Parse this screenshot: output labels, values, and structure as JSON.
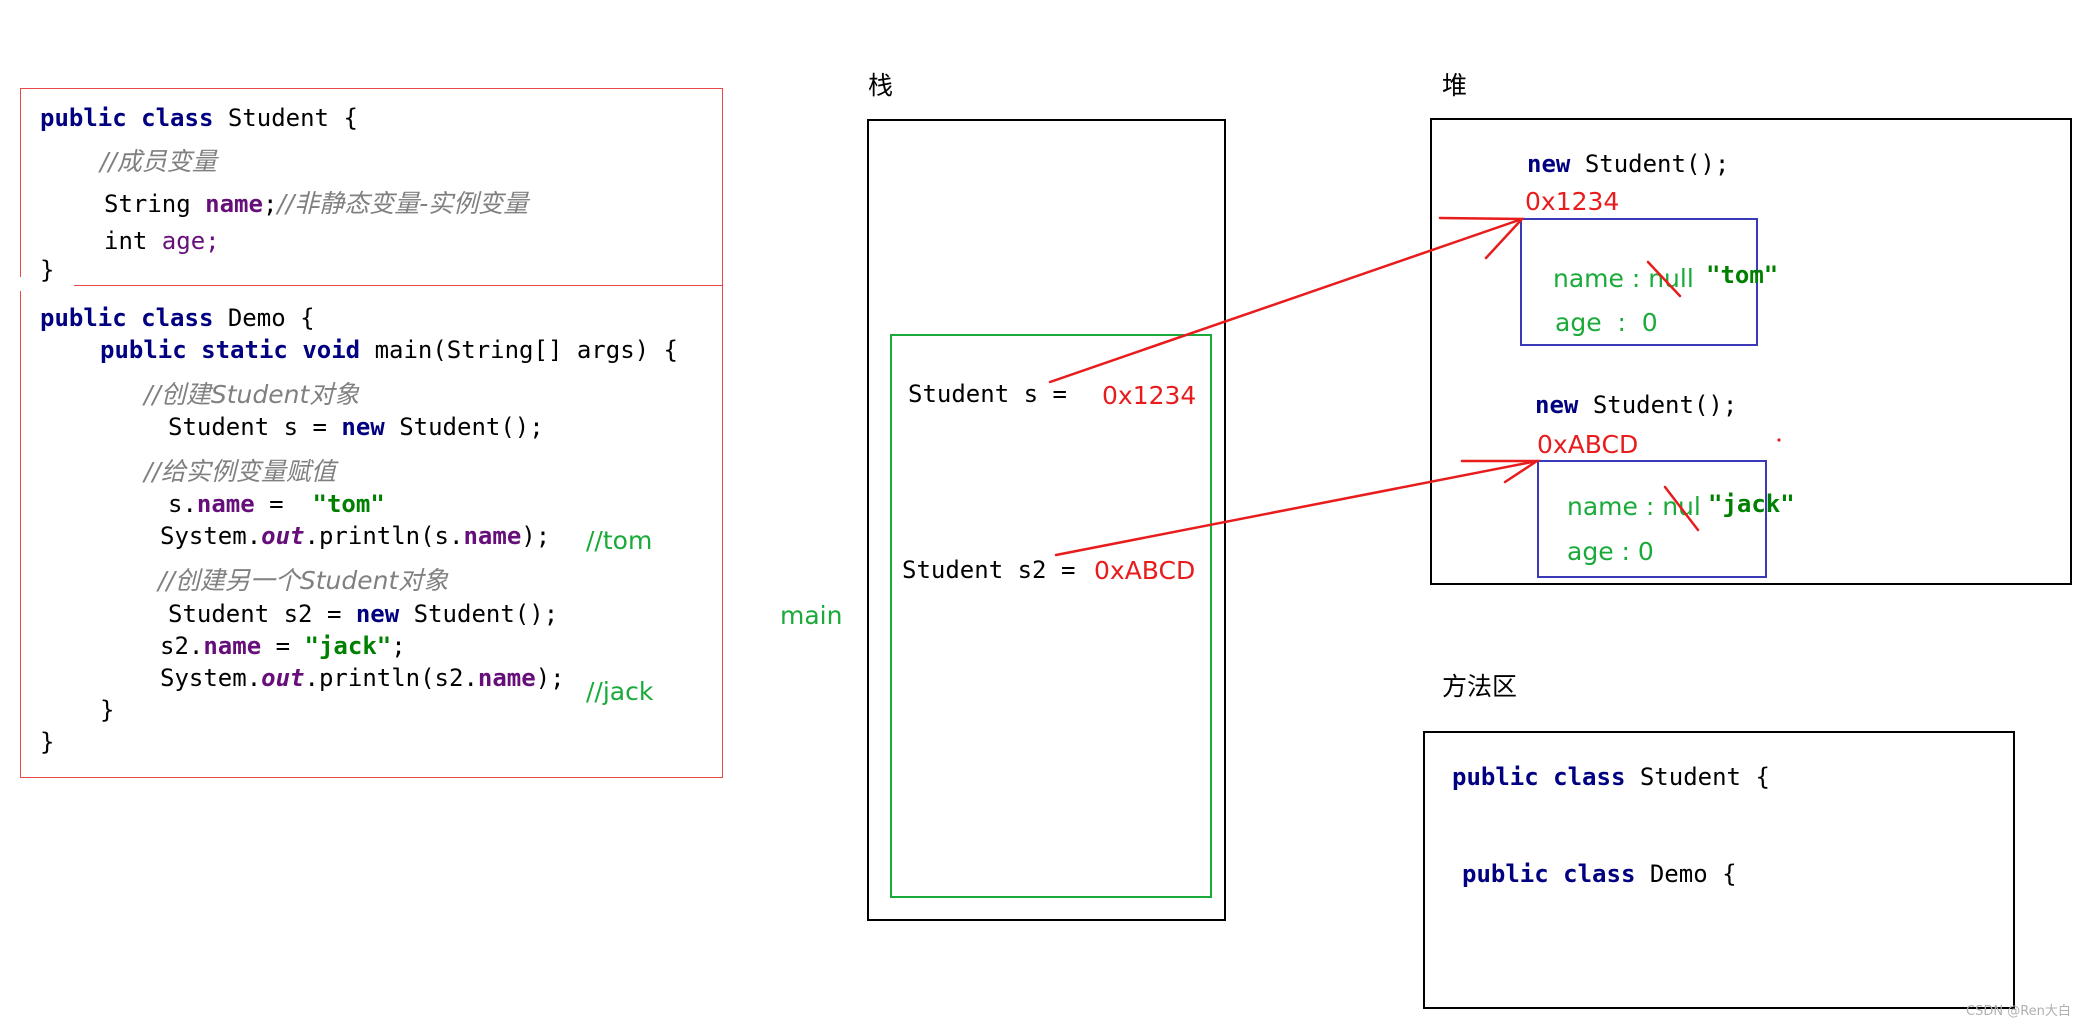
{
  "labels": {
    "stack": "栈",
    "heap": "堆",
    "method_area": "方法区",
    "main": "main",
    "watermark": "CSDN @Ren大白"
  },
  "code": {
    "student_decl": "Student {",
    "comment_member": "//成员变量",
    "name_type": "String ",
    "name_field": "name",
    "name_comment": "//非静态变量-实例变量",
    "age_type": "int ",
    "age_field": "age;",
    "close": "}",
    "demo_decl": "Demo {",
    "main_sig": "main(String[] args) {",
    "comment_create": "//创建Student对象",
    "new_s_lhs": "Student s = ",
    "new_call": "Student();",
    "comment_assign": "//给实例变量赋值",
    "s_var": "s.",
    "tom": "\"tom\"",
    "print_s_pre": "System.",
    "out": "out",
    "print_s_post": ".println(s.",
    "print_s_end": ");",
    "result_tom": "//tom",
    "comment_create2": "//创建另一个Student对象",
    "new_s2_lhs": "Student s2 = ",
    "s2_var": "s2.",
    "jack": "\"jack\"",
    "print_s2_post": ".println(s2.",
    "result_jack": "//jack",
    "kw_public": "public",
    "kw_class": "class",
    "kw_static": "static",
    "kw_void": "void",
    "kw_new": "new",
    "eq": " = ",
    "semi": ";"
  },
  "stack": {
    "s_label": "Student s = ",
    "s_value": "0x1234",
    "s2_label": "Student s2 = ",
    "s2_value": "0xABCD"
  },
  "heap": {
    "obj1_new": "Student();",
    "obj1_addr": "0x1234",
    "obj1_name": "name : null",
    "obj1_name_value": "\"tom\"",
    "obj1_age": "age  :  0",
    "obj2_new": "Student();",
    "obj2_addr": "0xABCD",
    "obj2_name": "name : nul",
    "obj2_name_value": "\"jack\"",
    "obj2_age": "age : 0"
  },
  "method_area": {
    "line1": "Student {",
    "line2": "Demo {"
  },
  "colors": {
    "code_box_border": "#e84848",
    "main_frame_border": "#1aaa3a",
    "heap_obj_border": "#3a3ab8",
    "arrow": "#e81c1c"
  }
}
